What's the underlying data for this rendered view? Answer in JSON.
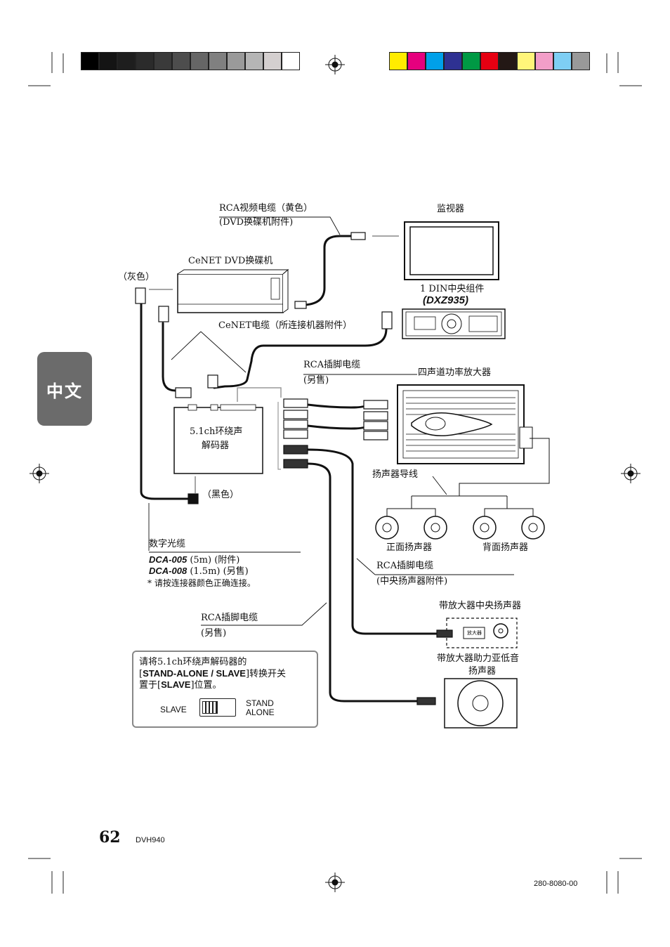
{
  "side_tab": {
    "label": "中文"
  },
  "colors": {
    "grayscale_bar": [
      "#000000",
      "#141414",
      "#1e1e1e",
      "#2b2b2b",
      "#3a3a3a",
      "#4d4d4d",
      "#666666",
      "#808080",
      "#9a9a9a",
      "#b5b5b5",
      "#d4cfcf",
      "#ffffff"
    ],
    "color_bar": [
      "#ffec00",
      "#e6007e",
      "#00a0e9",
      "#2e3192",
      "#009944",
      "#e60012",
      "#231815",
      "#fff57a",
      "#f29ec8",
      "#7ecef4",
      "#999999"
    ],
    "cable": "#111111"
  },
  "labels": {
    "rca_video_cable_1": "RCA视频电缆（黄色）",
    "rca_video_cable_2": "(DVD换碟机附件)",
    "monitor": "监视器",
    "cenet_dvd_changer": "CeNET DVD换碟机",
    "gray": "（灰色）",
    "din_unit": "1 DIN中央组件",
    "dxz935": "(DXZ935)",
    "cenet_cable": "CeNET电缆（所连接机器附件）",
    "rca_pin_cable_1": "RCA插脚电缆",
    "rca_pin_cable_1b": "(另售)",
    "four_ch_amp": "四声道功率放大器",
    "decoder_1": "5.1ch环绕声",
    "decoder_2": "解码器",
    "black": "（黑色）",
    "speaker_wire": "扬声器导线",
    "front_speaker": "正面扬声器",
    "rear_speaker": "背面扬声器",
    "optical_cable": "数字光缆",
    "dca005": "DCA-005",
    "dca005_note": "(5m) (附件)",
    "dca008": "DCA-008",
    "dca008_note": "(1.5m) (另售)",
    "connector_note": "* 请按连接器颜色正确连接。",
    "rca_pin_cable_2": "RCA插脚电缆",
    "rca_pin_cable_2b": "(中央扬声器附件)",
    "center_speaker": "带放大器中央扬声器",
    "amp_small": "放大器",
    "rca_pin_cable_3": "RCA插脚电缆",
    "rca_pin_cable_3b": "(另售)",
    "subwoofer_1": "带放大器助力亚低音",
    "subwoofer_2": "扬声器"
  },
  "note": {
    "line1": "请将5.1ch环绕声解码器的",
    "line2a": "[",
    "line2b": "STAND-ALONE / SLAVE",
    "line2c": "]转换开关",
    "line3a": "置于[",
    "line3b": "SLAVE",
    "line3c": "]位置。",
    "slave": "SLAVE",
    "stand": "STAND",
    "alone": "ALONE"
  },
  "footer": {
    "page_number": "62",
    "model": "DVH940",
    "code": "280-8080-00"
  }
}
